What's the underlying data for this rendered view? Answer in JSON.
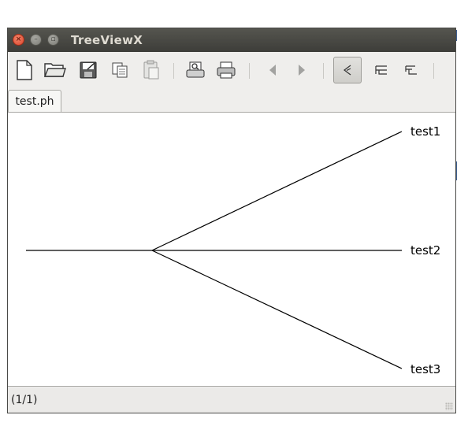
{
  "window": {
    "title": "TreeViewX",
    "controls": [
      "close",
      "minimize",
      "maximize"
    ]
  },
  "toolbar": {
    "buttons": [
      {
        "id": "new",
        "icon": "new-document-icon",
        "enabled": true
      },
      {
        "id": "open",
        "icon": "open-folder-icon",
        "enabled": true
      },
      {
        "id": "save",
        "icon": "save-icon",
        "enabled": true
      },
      {
        "id": "copy",
        "icon": "copy-icon",
        "enabled": true
      },
      {
        "id": "paste",
        "icon": "paste-icon",
        "enabled": false
      },
      {
        "id": "print-preview",
        "icon": "print-preview-icon",
        "enabled": true
      },
      {
        "id": "print",
        "icon": "printer-icon",
        "enabled": true
      },
      {
        "id": "previous",
        "icon": "back-arrow-icon",
        "enabled": false
      },
      {
        "id": "next",
        "icon": "forward-arrow-icon",
        "enabled": false
      },
      {
        "id": "slanted-tree",
        "icon": "slanted-tree-icon",
        "enabled": true,
        "pressed": true
      },
      {
        "id": "rectangular-tree",
        "icon": "rectangular-tree-icon",
        "enabled": true
      },
      {
        "id": "phylogram",
        "icon": "phylogram-icon",
        "enabled": true
      }
    ]
  },
  "tabs": [
    {
      "label": "test.ph",
      "active": true
    }
  ],
  "tree": {
    "layout": "slanted",
    "leaves": [
      "test1",
      "test2",
      "test3"
    ]
  },
  "status": {
    "text": "(1/1)"
  },
  "colors": {
    "titlebar": "#3d3d39",
    "close_button": "#e25b3f",
    "window_bg": "#efeeec",
    "canvas_bg": "#ffffff"
  }
}
